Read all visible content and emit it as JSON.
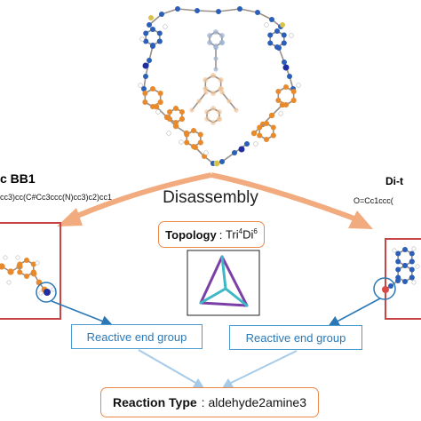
{
  "labels": {
    "building_block_left": "c BB1",
    "smiles_left": "cc3)cc(C#Cc3ccc(N)cc3)c2)cc1",
    "building_block_right": "Di-t",
    "smiles_right": "O=Cc1ccc(",
    "process": "Disassembly",
    "topology_label": "Topology",
    "topology_value_base": "Tri",
    "topology_sup1": "4",
    "topology_value_mid": "Di",
    "topology_sup2": "6",
    "reactive_end_group_left": "Reactive end group",
    "reactive_end_group_right": "Reactive end group",
    "reaction_label": "Reaction Type",
    "reaction_value": "aldehyde2amine3"
  },
  "colors": {
    "arrow_orange": "#f2ab7e",
    "box_orange": "#e8894a",
    "frame_red": "#c94545",
    "accent_blue": "#2a78b6",
    "arrow_light_blue": "#a6cbe8",
    "atom_orange": "#e88a2c",
    "atom_blue": "#2b5fb8",
    "atom_navy": "#1f2fa0",
    "atom_yellow": "#d9c24a",
    "tetra_purple": "#7b3fa6",
    "tetra_teal": "#3db8c6"
  }
}
